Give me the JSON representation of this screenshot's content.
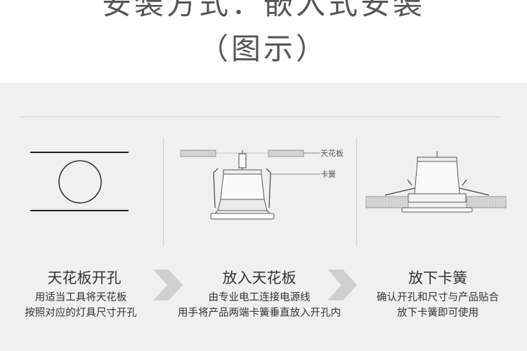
{
  "header": {
    "title_line1": "安装方式：嵌入式安装",
    "title_line2": "（图示）"
  },
  "steps": [
    {
      "title": "天花板开孔",
      "desc1": "用适当工具将天花板",
      "desc2": "按照对应的灯具尺寸开孔"
    },
    {
      "title": "放入天花板",
      "desc1": "由专业电工连接电源线",
      "desc2": "用手将产品两端卡簧垂直放入开孔内"
    },
    {
      "title": "放下卡簧",
      "desc1": "确认开孔和尺寸与产品贴合",
      "desc2": "放下卡簧即可使用"
    }
  ],
  "callouts": {
    "ceiling": "天花板",
    "spring": "卡簧"
  },
  "icons": {
    "arrow": "chevron-right-icon"
  }
}
